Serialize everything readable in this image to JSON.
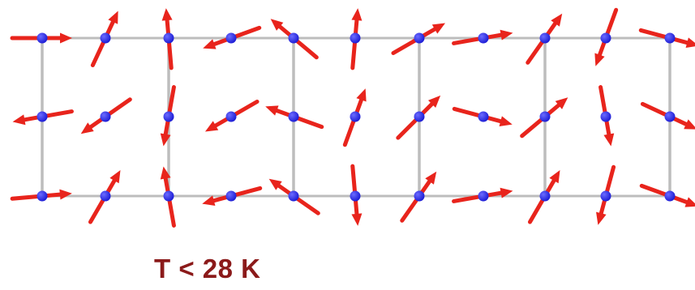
{
  "caption": {
    "text": "T < 28 K"
  },
  "colors": {
    "atom": "#1f1fd6",
    "spin": "#e8241c",
    "bond": "#bdbdbd",
    "caption": "#8b1a1a"
  },
  "spin_angles_deg": [
    [
      0,
      -65,
      -95,
      160,
      -140,
      -85,
      -30,
      -10,
      -55,
      110,
      15
    ],
    [
      170,
      145,
      100,
      150,
      -160,
      -70,
      -45,
      15,
      -40,
      80,
      25
    ],
    [
      -5,
      -60,
      -100,
      165,
      -145,
      85,
      -55,
      -10,
      -60,
      105,
      20
    ]
  ]
}
